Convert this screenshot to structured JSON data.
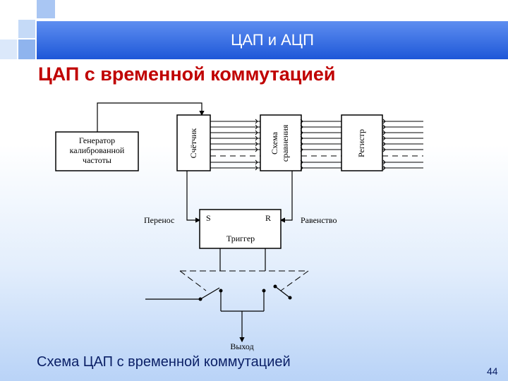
{
  "header": {
    "title": "ЦАП и АЦП"
  },
  "slide": {
    "title": "ЦАП с временной коммутацией",
    "page_number": "44"
  },
  "caption": "Схема ЦАП с временной коммутацией",
  "diagram": {
    "generator_label": [
      "Генератор",
      "калиброванной",
      "частоты"
    ],
    "counter_label": "Счётчик",
    "comparator_label": [
      "Схема",
      "сравнения"
    ],
    "register_label": "Регистр",
    "trigger_s": "S",
    "trigger_r": "R",
    "trigger_label": "Триггер",
    "carry_label": "Перенос",
    "equality_label": "Равенство",
    "output_label": "Выход"
  },
  "colors": {
    "accent_blue": "#1e57d8",
    "title_red": "#c00000",
    "caption_navy": "#0a1f66"
  }
}
